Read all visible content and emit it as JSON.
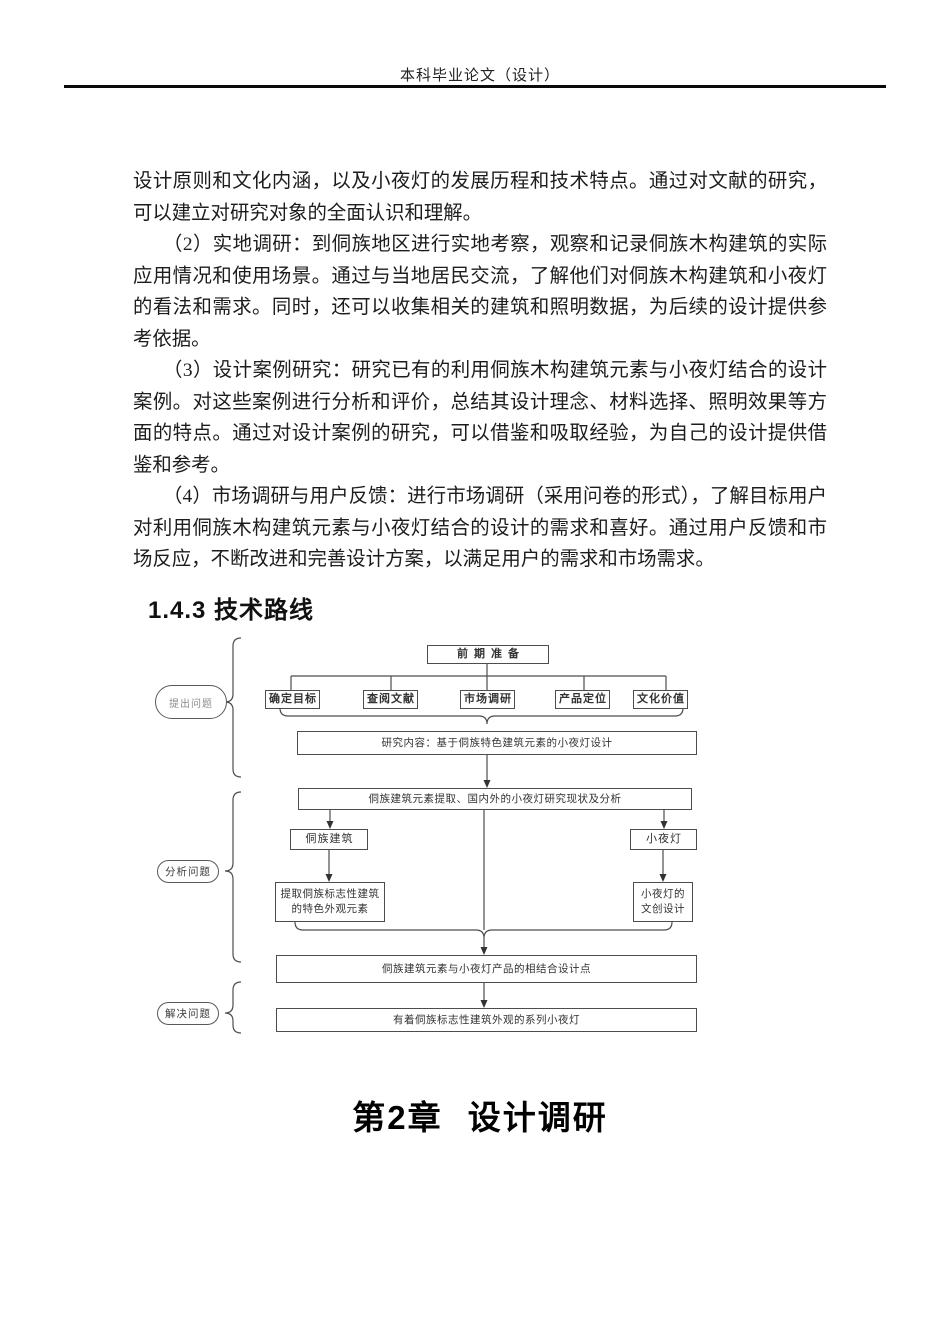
{
  "header": {
    "title": "本科毕业论文（设计）"
  },
  "body": {
    "paragraphs": [
      "设计原则和文化内涵，以及小夜灯的发展历程和技术特点。通过对文献的研究，可以建立对研究对象的全面认识和理解。",
      "（2）实地调研：到侗族地区进行实地考察，观察和记录侗族木构建筑的实际应用情况和使用场景。通过与当地居民交流，了解他们对侗族木构建筑和小夜灯的看法和需求。同时，还可以收集相关的建筑和照明数据，为后续的设计提供参考依据。",
      "（3）设计案例研究：研究已有的利用侗族木构建筑元素与小夜灯结合的设计案例。对这些案例进行分析和评价，总结其设计理念、材料选择、照明效果等方面的特点。通过对设计案例的研究，可以借鉴和吸取经验，为自己的设计提供借鉴和参考。",
      "（4）市场调研与用户反馈：进行市场调研（采用问卷的形式），了解目标用户对利用侗族木构建筑元素与小夜灯结合的设计的需求和喜好。通过用户反馈和市场反应，不断改进和完善设计方案，以满足用户的需求和市场需求。"
    ],
    "section_heading": "1.4.3 技术路线"
  },
  "flowchart": {
    "stages": {
      "raise": "提出问题",
      "analyze": "分析问题",
      "solve": "解决问题"
    },
    "prep": "前期准备",
    "prep_children": [
      "确定目标",
      "查阅文献",
      "市场调研",
      "产品定位",
      "文化价值"
    ],
    "research_content": "研究内容：基于侗族特色建筑元素的小夜灯设计",
    "analysis": "侗族建筑元素提取、国内外的小夜灯研究现状及分析",
    "dong_arch": "侗族建筑",
    "night_light": "小夜灯",
    "dong_extract": "提取侗族标志性建筑的特色外观元素",
    "light_design": "小夜灯的文创设计",
    "combine": "侗族建筑元素与小夜灯产品的相结合设计点",
    "result": "有着侗族标志性建筑外观的系列小夜灯"
  },
  "chapter": {
    "title": "第2章 设计调研"
  }
}
